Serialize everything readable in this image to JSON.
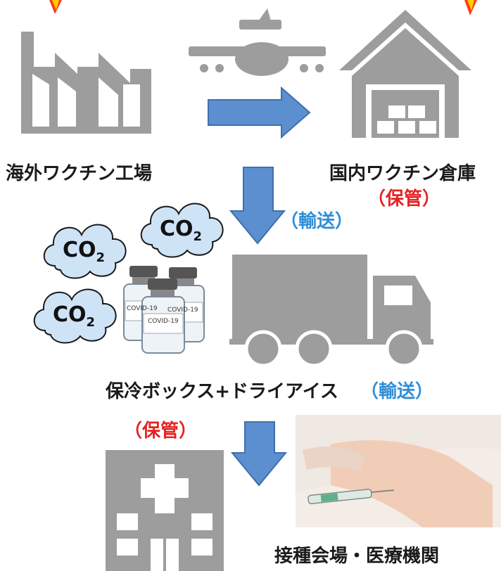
{
  "labels": {
    "factory": "海外ワクチン工場",
    "warehouse": "国内ワクチン倉庫",
    "storage_warehouse": "（保管）",
    "transport_1": "（輸送）",
    "cooler": "保冷ボックス+ドライアイス",
    "transport_2": "（輸送）",
    "storage_site": "（保管）",
    "site": "接種会場・医療機関"
  },
  "clouds": {
    "co2": "CO",
    "co2_sub": "2"
  },
  "vials": {
    "label": "COVID-19"
  },
  "colors": {
    "icon_gray": "#9d9d9d",
    "arrow_blue": "#5b8fd0",
    "accent_blue": "#2f8fd8",
    "accent_red": "#e52222",
    "cloud_fill": "#cfe3f7"
  }
}
